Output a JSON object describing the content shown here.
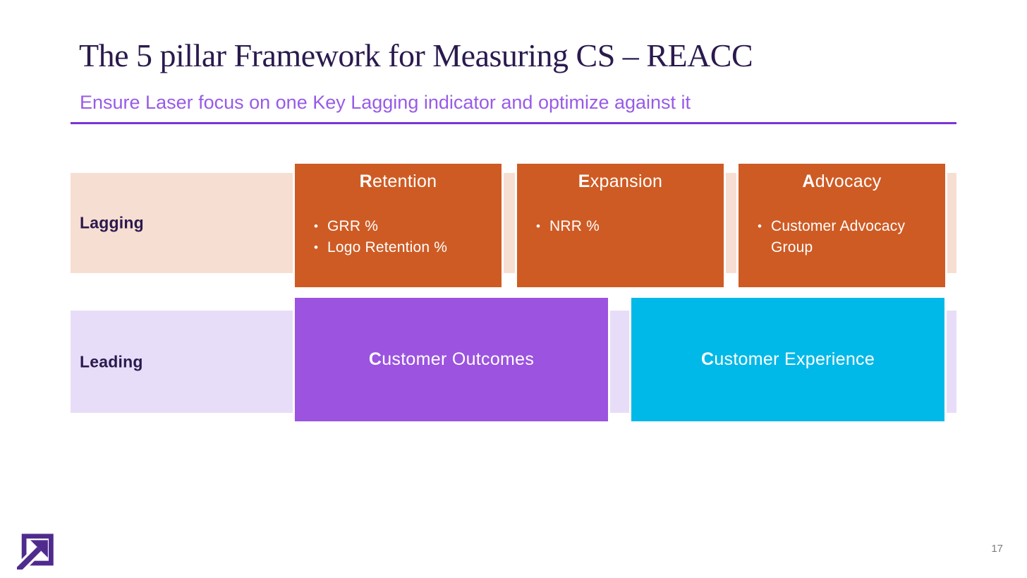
{
  "slide": {
    "title": "The 5 pillar Framework for Measuring CS – REACC",
    "subtitle": "Ensure Laser focus on one Key Lagging indicator and optimize against it",
    "page_number": "17"
  },
  "colors": {
    "title_color": "#2a1a4e",
    "subtitle_color": "#985be8",
    "divider_color": "#7a35d6",
    "lagging_band": "#f7ded2",
    "leading_band": "#e8ddf8",
    "pillar_orange": "#ce5b24",
    "outcomes_purple": "#9b53e0",
    "experience_cyan": "#00b9e8",
    "logo_purple": "#4f2b8e"
  },
  "rows": {
    "lagging": {
      "label": "Lagging",
      "boxes": [
        {
          "initial": "R",
          "rest": "etention",
          "bullets": [
            "GRR %",
            "Logo Retention %"
          ]
        },
        {
          "initial": "E",
          "rest": "xpansion",
          "bullets": [
            "NRR %"
          ]
        },
        {
          "initial": "A",
          "rest": "dvocacy",
          "bullets": [
            "Customer Advocacy Group"
          ]
        }
      ]
    },
    "leading": {
      "label": "Leading",
      "boxes": [
        {
          "initial": "C",
          "rest": "ustomer Outcomes"
        },
        {
          "initial": "C",
          "rest": "ustomer Experience"
        }
      ]
    }
  },
  "icons": {
    "logo": "arrow-up-right-in-square-icon"
  },
  "bullet_marker": "•"
}
